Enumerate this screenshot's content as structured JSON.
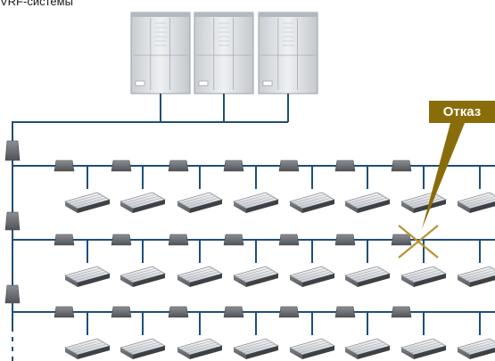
{
  "title": "VRF-системы",
  "callout": {
    "label": "Отказ"
  },
  "system": {
    "outdoor_unit_count": 3,
    "branch_lines": 3,
    "indoor_units_per_line": 8,
    "failed_unit": {
      "line": 2,
      "unit": 7
    }
  },
  "colors": {
    "pipe": "#1f4e79",
    "callout": "#8a6d0b",
    "failure_mark": "#b8932f",
    "joint": "#6b6e73"
  }
}
